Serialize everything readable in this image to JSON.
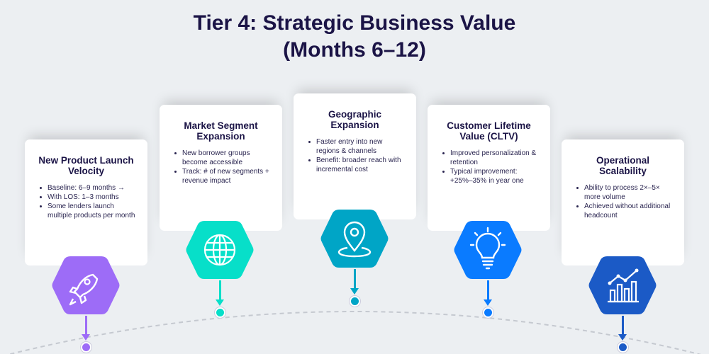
{
  "title_line1": "Tier 4: Strategic Business Value",
  "title_line2": "(Months 6–12)",
  "steps": [
    {
      "title": "New Product Launch Velocity",
      "bullets": [
        "Baseline: 6–9 months →",
        "With LOS: 1–3 months",
        "Some lenders launch multiple products per month"
      ],
      "icon": "rocket-icon",
      "color": "#9d6cf7"
    },
    {
      "title": "Market Segment Expansion",
      "bullets": [
        "New borrower groups become accessible",
        "Track: # of new segments + revenue impact"
      ],
      "icon": "globe-icon",
      "color": "#07dfc9"
    },
    {
      "title": "Geographic Expansion",
      "bullets": [
        "Faster entry into new regions & channels",
        "Benefit: broader reach with incremental cost"
      ],
      "icon": "map-pin-icon",
      "color": "#00a5c6"
    },
    {
      "title": "Customer Lifetime Value (CLTV)",
      "bullets": [
        "Improved personalization & retention",
        "Typical improvement: +25%–35% in year one"
      ],
      "icon": "lightbulb-icon",
      "color": "#0a7bff"
    },
    {
      "title": "Operational Scalability",
      "bullets": [
        "Ability to process 2×–5× more volume",
        "Achieved without additional headcount"
      ],
      "icon": "bar-chart-icon",
      "color": "#1b5ac6"
    }
  ]
}
